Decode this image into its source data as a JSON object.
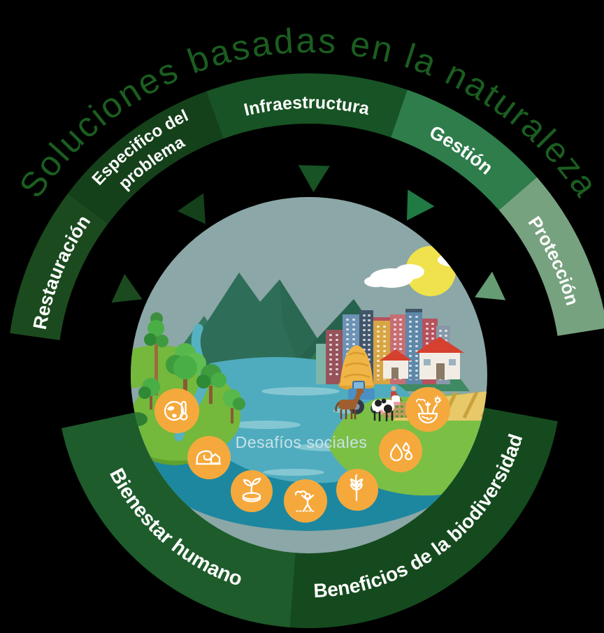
{
  "title": {
    "text": "Soluciones basadas en la naturaleza",
    "color": "#1B5E20"
  },
  "ring": {
    "segments": [
      {
        "id": "restauracion",
        "label": "Restauración",
        "color": "#1B4A1E"
      },
      {
        "id": "especifico",
        "lines": [
          "Especifico del",
          "problema"
        ],
        "color": "#15411A"
      },
      {
        "id": "infraestructura",
        "label": "Infraestructura",
        "color": "#175324"
      },
      {
        "id": "gestion",
        "label": "Gestión",
        "color": "#2E7D4B"
      },
      {
        "id": "proteccion",
        "label": "Protección",
        "color": "#77A27F"
      }
    ]
  },
  "bottom_ring": {
    "segments": [
      {
        "id": "bienestar",
        "label": "Bienestar humano",
        "color": "#1E5C2B"
      },
      {
        "id": "beneficios",
        "label": "Beneficios de la biodiversidad",
        "color": "#154A1E"
      }
    ]
  },
  "arrows": {
    "restauracion": "#1B4A1E",
    "especifico": "#15411A",
    "infraestructura": "#175324",
    "gestion": "#1F7A44",
    "proteccion": "#659C73"
  },
  "center": {
    "caption": "Desafíos sociales",
    "caption_color": "#C9E2E8",
    "icon_circle_color": "#F5A93C",
    "icon_stroke_color": "#FFFFFF",
    "icons": [
      {
        "name": "climate-change-icon"
      },
      {
        "name": "disaster-risk-icon"
      },
      {
        "name": "economic-growth-icon"
      },
      {
        "name": "health-icon"
      },
      {
        "name": "food-security-icon"
      },
      {
        "name": "water-security-icon"
      },
      {
        "name": "biodiversity-icon"
      }
    ],
    "scene": {
      "sky": "#8CA7A7",
      "mountain": "#2E6E58",
      "mountain_dark": "#27624E",
      "mountain_light": "#35785F",
      "lake": "#4FACBF",
      "lake_streak": "#8ECCD6",
      "deep_water": "#1D87A0",
      "grass": "#74B83C",
      "farm_grass": "#7CBF45",
      "sun": "#EFE24C",
      "cloud": "#FFFFFF",
      "field": "#E8C96A",
      "hay": "#F0B545",
      "roof": "#D6402E",
      "house_wall": "#F2EDE4",
      "tractor": "#4A90C4"
    }
  }
}
